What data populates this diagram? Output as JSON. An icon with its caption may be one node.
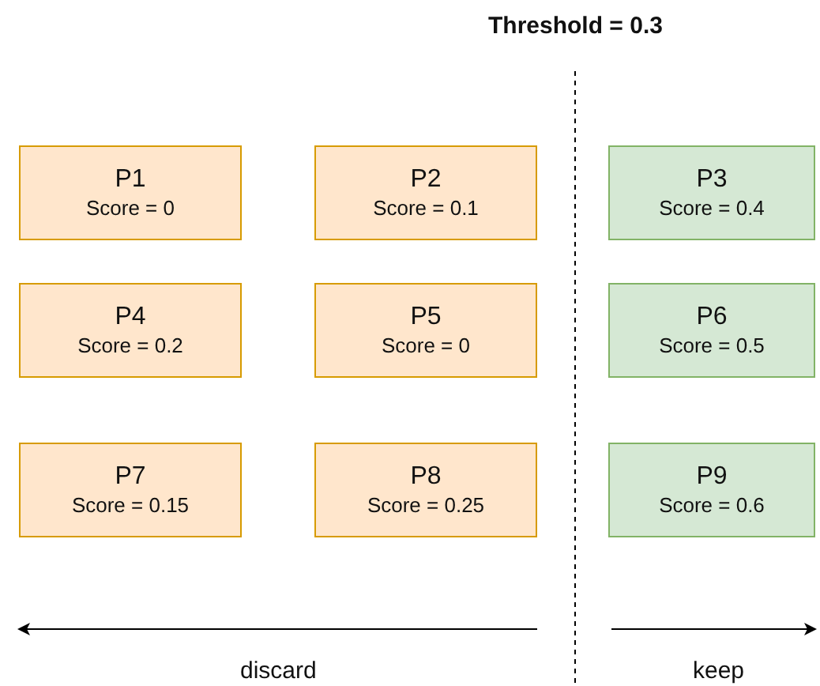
{
  "diagram": {
    "nodes": [
      {
        "text": [
          "P1",
          "Score = 0"
        ]
      },
      {
        "text": [
          "P2",
          "Score = 0.1"
        ]
      },
      {
        "text": [
          "P3",
          "Score = 0.4"
        ]
      },
      {
        "text": [
          "P4",
          "Score = 0.2"
        ]
      },
      {
        "text": [
          "P5",
          "Score = 0"
        ]
      },
      {
        "text": [
          "P6",
          "Score = 0.5"
        ]
      },
      {
        "text": [
          "P7",
          "Score = 0.15"
        ]
      },
      {
        "text": [
          "P8",
          "Score = 0.25"
        ]
      },
      {
        "text": [
          "P9",
          "Score = 0.6"
        ]
      }
    ],
    "labels": [
      "Threshold = 0.3",
      "discard",
      "keep"
    ]
  }
}
